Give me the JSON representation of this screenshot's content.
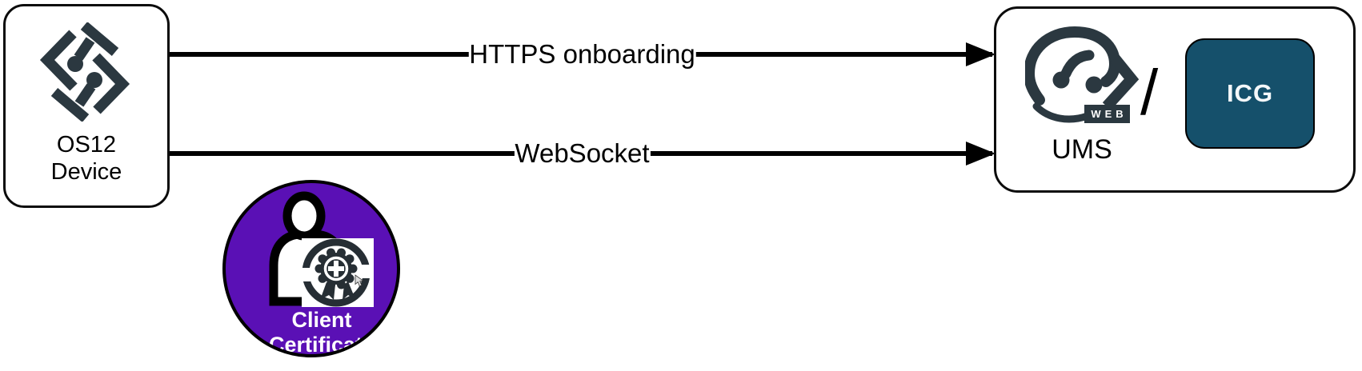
{
  "device_box": {
    "line1": "OS12",
    "line2": "Device"
  },
  "arrows": [
    {
      "label": "HTTPS onboarding"
    },
    {
      "label": "WebSocket"
    }
  ],
  "server_box": {
    "label": "UMS",
    "separator": "/",
    "web_badge": "WEB",
    "icg_label": "ICG"
  },
  "certificate": {
    "line1": "Client",
    "line2": "Certificate"
  },
  "colors": {
    "logo_charcoal": "#2b3840",
    "badge_dark": "#262e34",
    "certificate_purple": "#5a10b5",
    "icg_teal": "#15506b",
    "line_black": "#000000"
  },
  "icons": {
    "igel_os_logo": "igel-os-diamond-logo",
    "igel_ums_web_logo": "igel-swoosh-logo-with-web-badge",
    "person": "user-silhouette",
    "certificate_badge": "award-rosette-with-plus-and-ribbons",
    "cursor": "mouse-pointer",
    "arrow_head": "right-arrowhead",
    "slash": "slash-separator"
  }
}
